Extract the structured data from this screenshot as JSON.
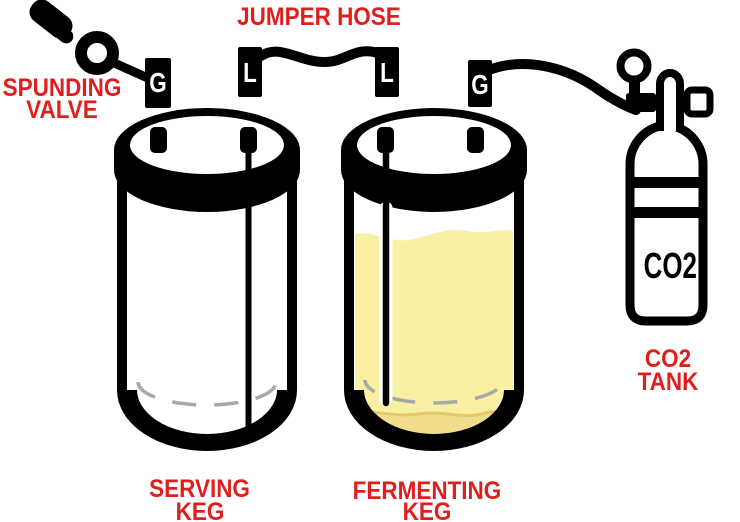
{
  "diagram_labels": {
    "jumper_hose": "JUMPER HOSE",
    "spunding_valve": {
      "line1": "SPUNDING",
      "line2": "VALVE"
    },
    "serving_keg": {
      "line1": "SERVING",
      "line2": "KEG"
    },
    "fermenting_keg": {
      "line1": "FERMENTING",
      "line2": "KEG"
    },
    "co2_tank": {
      "line1": "CO2",
      "line2": "TANK"
    }
  },
  "co2_tank": {
    "cylinder_text": "CO2"
  },
  "connectors": {
    "serving_gas_post": "G",
    "serving_liquid_post": "L",
    "fermenting_liquid_post": "L",
    "fermenting_gas_post": "G"
  },
  "colors": {
    "label_red": "#E01E1E",
    "outline_black": "#000000",
    "beer_light": "#F9F0A3",
    "beer_sediment": "#F1DE8C",
    "sediment_edge": "#E4C968",
    "dashed_gray": "#A8A8A8"
  }
}
